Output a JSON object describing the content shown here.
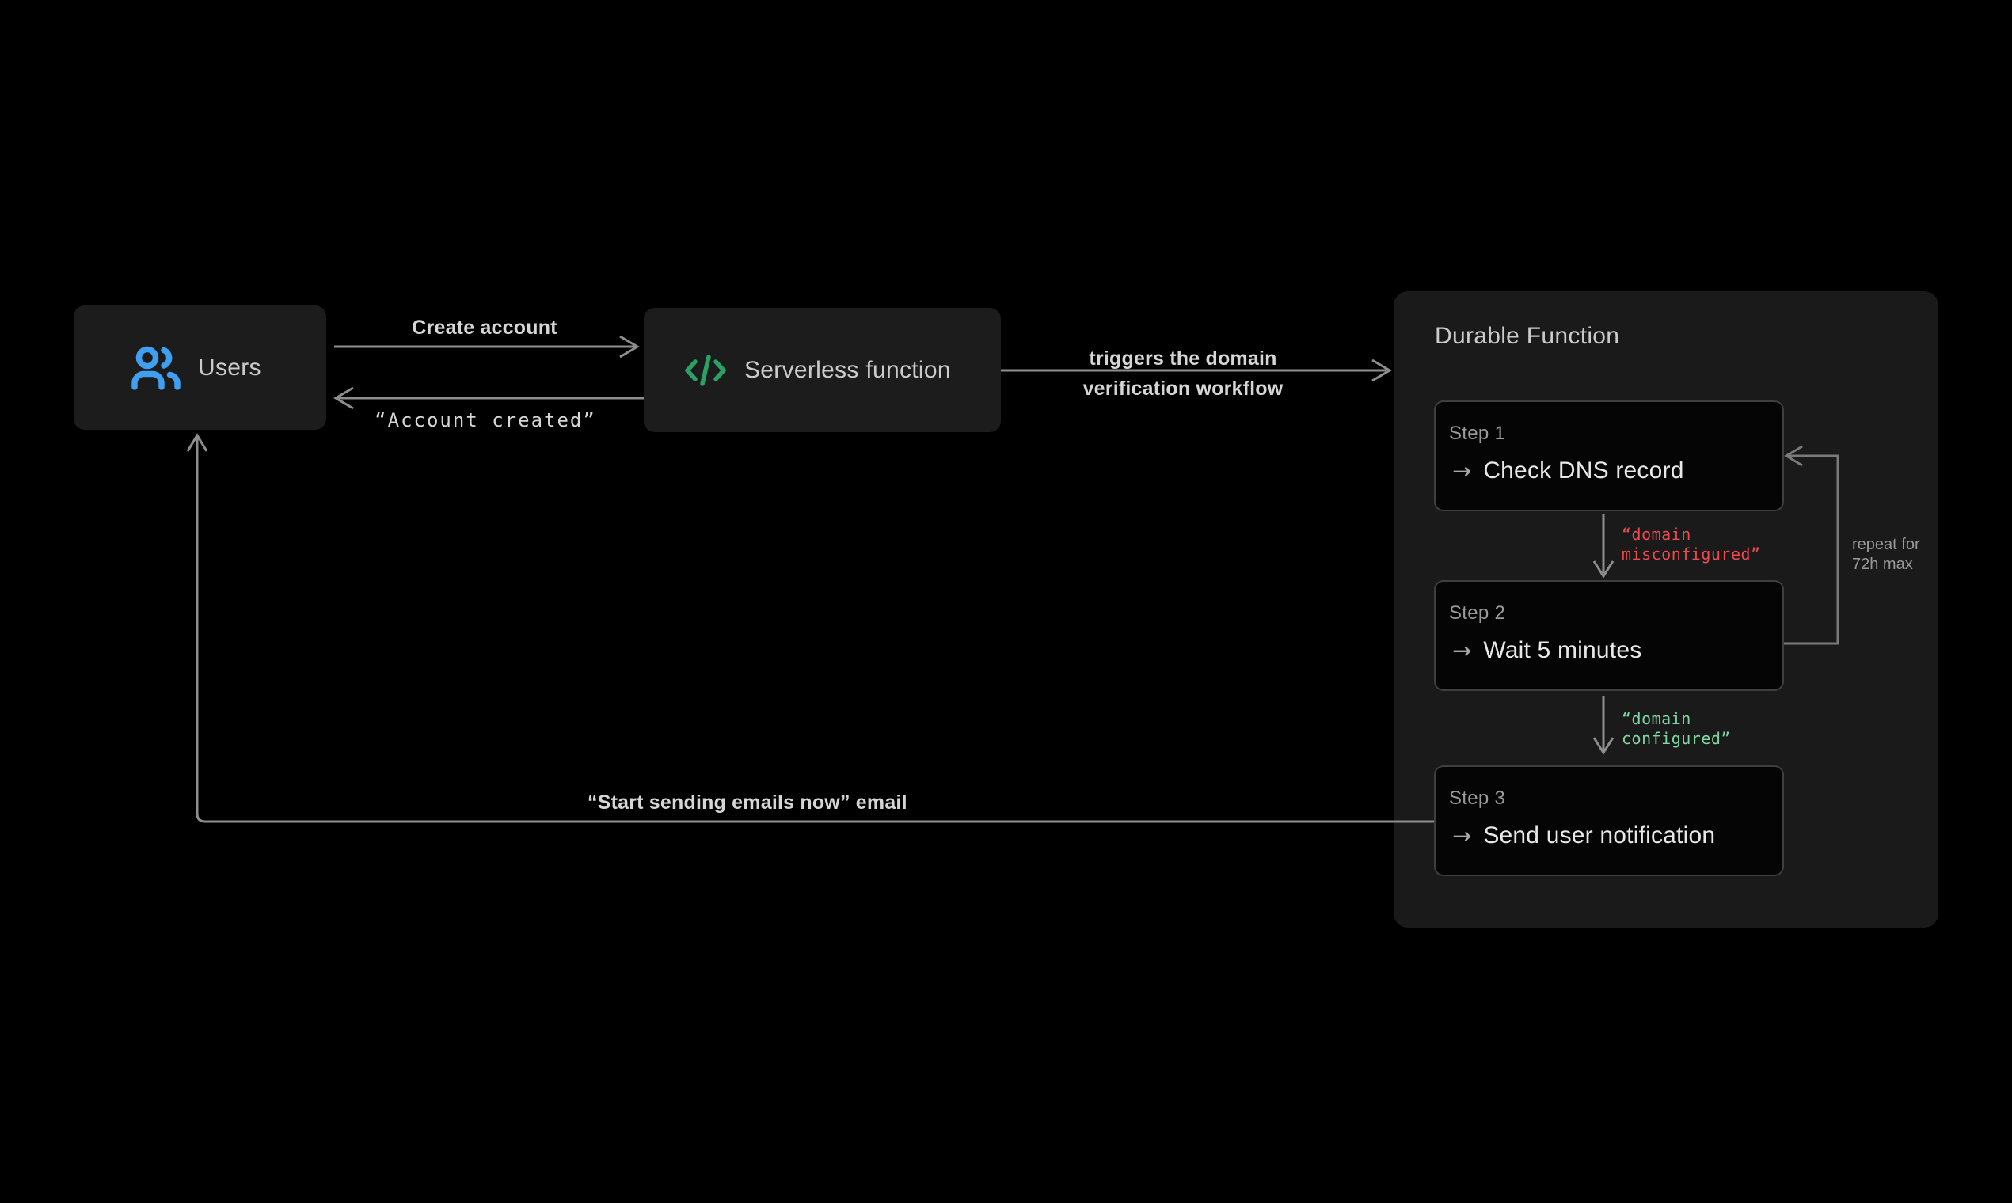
{
  "colors": {
    "background": "#000000",
    "node_fill": "#1c1c1c",
    "panel_fill": "#1a1a1a",
    "step_fill": "#050505",
    "step_border": "#3f3f3f",
    "arrow": "#8e8e8e",
    "loop_arrow": "#7a7a7a",
    "text_primary": "#e8e8e8",
    "text_secondary": "#cbcbcb",
    "text_muted": "#9a9a9a",
    "accent_blue": "#3f9ff0",
    "accent_green": "#2aa165",
    "label_red": "#ef4a50",
    "label_green": "#80d6a3"
  },
  "nodes": {
    "users": {
      "label": "Users",
      "icon": "users-icon"
    },
    "serverless": {
      "label": "Serverless function",
      "icon": "code-icon"
    }
  },
  "edges": {
    "create_account": {
      "label": "Create account"
    },
    "account_created": {
      "label": "“Account created”"
    },
    "triggers": {
      "label": "triggers the domain\nverification workflow"
    },
    "domain_misconfigured": {
      "label": "“domain\nmisconfigured”"
    },
    "domain_configured": {
      "label": "“domain\nconfigured”"
    },
    "repeat": {
      "label": "repeat for\n72h max"
    },
    "start_sending": {
      "label": "“Start sending emails now” email"
    }
  },
  "panel": {
    "title": "Durable Function",
    "steps": [
      {
        "label": "Step 1",
        "arrow_glyph": "→",
        "action": "Check DNS record"
      },
      {
        "label": "Step 2",
        "arrow_glyph": "→",
        "action": "Wait 5 minutes"
      },
      {
        "label": "Step 3",
        "arrow_glyph": "→",
        "action": "Send user notification"
      }
    ]
  }
}
